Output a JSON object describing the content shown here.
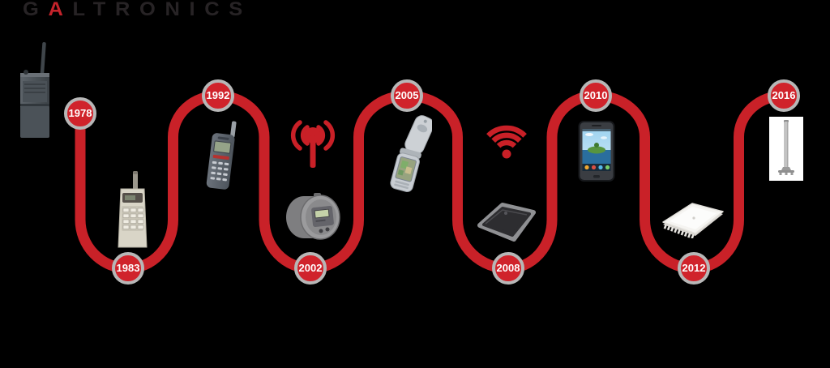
{
  "background_color": "#000000",
  "logo": {
    "part1": "G",
    "accent": "A",
    "part2": "LTRONICS",
    "full_text": "GALTRONICS"
  },
  "colors": {
    "line_red": "#c92128",
    "badge_red": "#d0232b",
    "badge_ring_gray": "#b7b7b7",
    "badge_text": "#ffffff",
    "logo_dark": "#272325",
    "logo_accent": "#c4232b",
    "background": "#000000"
  },
  "timeline": {
    "type": "serpentine-timeline",
    "badges": [
      {
        "year": "1978"
      },
      {
        "year": "1983"
      },
      {
        "year": "1992"
      },
      {
        "year": "2002"
      },
      {
        "year": "2005"
      },
      {
        "year": "2008"
      },
      {
        "year": "2010"
      },
      {
        "year": "2012"
      },
      {
        "year": "2016"
      }
    ],
    "devices": [
      {
        "name": "walkie-talkie-1978"
      },
      {
        "name": "brick-cellphone-1983"
      },
      {
        "name": "candybar-phone-1992"
      },
      {
        "name": "radio-antenna-icon"
      },
      {
        "name": "smart-meter-2002"
      },
      {
        "name": "flip-phone-2005"
      },
      {
        "name": "wifi-signal-icon"
      },
      {
        "name": "wireless-router-2008"
      },
      {
        "name": "smartphone-2010"
      },
      {
        "name": "ceiling-access-point-2012"
      },
      {
        "name": "antenna-pole-2016"
      }
    ]
  }
}
